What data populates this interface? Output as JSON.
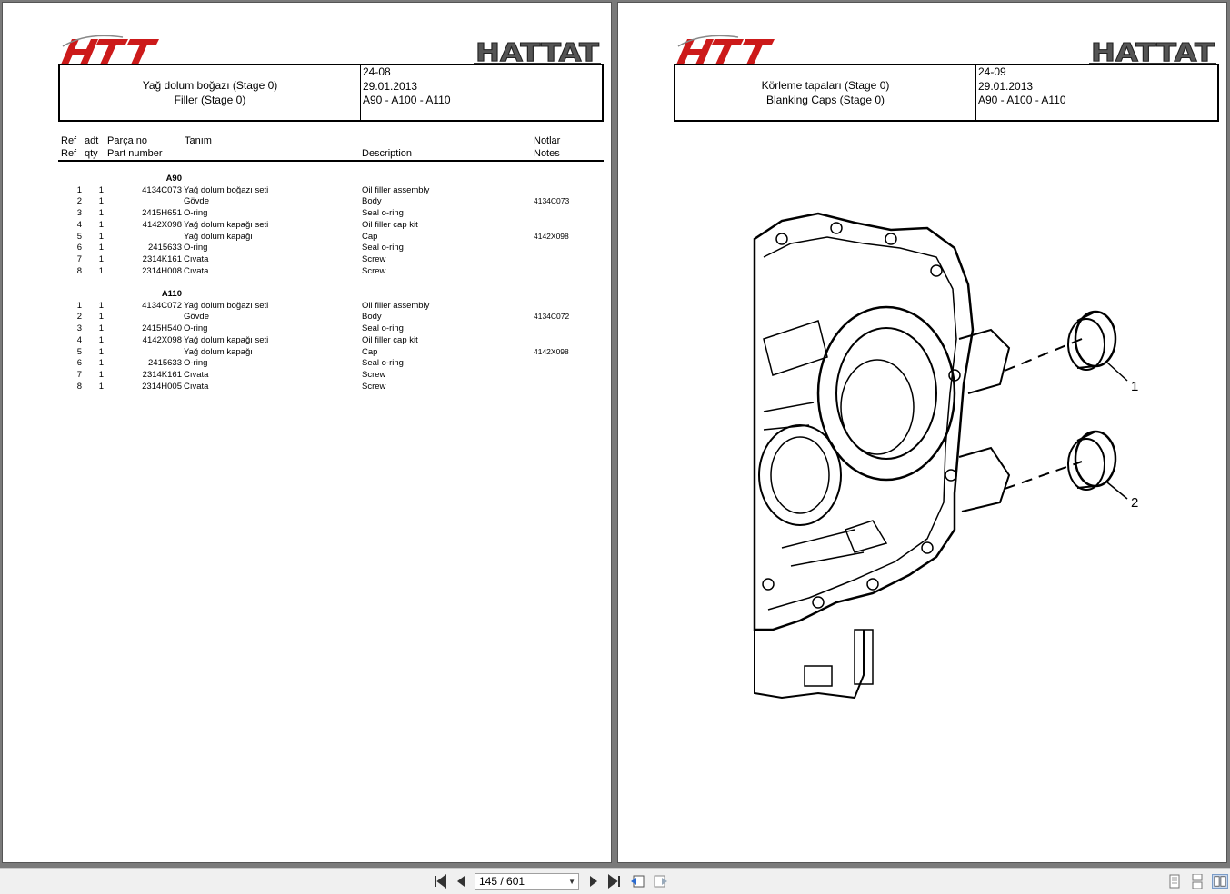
{
  "left_page": {
    "title_tr": "Yağ dolum boğazı (Stage 0)",
    "title_en": "Filler (Stage 0)",
    "code": "24-08",
    "date": "29.01.2013",
    "models": "A90 - A100 - A110",
    "columns": {
      "ref_tr": "Ref",
      "ref_en": "Ref",
      "qty_tr": "adt",
      "qty_en": "qty",
      "pno_tr": "Parça no",
      "pno_en": "Part number",
      "desc_tr": "Tanım",
      "desc_en": "Description",
      "notes_tr": "Notlar",
      "notes_en": "Notes"
    },
    "groups": [
      {
        "title": "A90",
        "rows": [
          {
            "ref": "1",
            "qty": "1",
            "pno": "4134C073",
            "tr": "Yağ dolum boğazı seti",
            "desc": "Oil filler assembly",
            "note": ""
          },
          {
            "ref": "2",
            "qty": "1",
            "pno": "",
            "tr": "Gövde",
            "desc": "Body",
            "note": "4134C073"
          },
          {
            "ref": "3",
            "qty": "1",
            "pno": "2415H651",
            "tr": "O-ring",
            "desc": "Seal o-ring",
            "note": ""
          },
          {
            "ref": "4",
            "qty": "1",
            "pno": "4142X098",
            "tr": "Yağ dolum kapağı seti",
            "desc": "Oil filler cap kit",
            "note": ""
          },
          {
            "ref": "5",
            "qty": "1",
            "pno": "",
            "tr": "Yağ dolum kapağı",
            "desc": "Cap",
            "note": "4142X098"
          },
          {
            "ref": "6",
            "qty": "1",
            "pno": "2415633",
            "tr": "O-ring",
            "desc": "Seal o-ring",
            "note": ""
          },
          {
            "ref": "7",
            "qty": "1",
            "pno": "2314K161",
            "tr": "Cıvata",
            "desc": "Screw",
            "note": ""
          },
          {
            "ref": "8",
            "qty": "1",
            "pno": "2314H008",
            "tr": "Cıvata",
            "desc": "Screw",
            "note": ""
          }
        ]
      },
      {
        "title": "A110",
        "rows": [
          {
            "ref": "1",
            "qty": "1",
            "pno": "4134C072",
            "tr": "Yağ dolum boğazı seti",
            "desc": "Oil filler assembly",
            "note": ""
          },
          {
            "ref": "2",
            "qty": "1",
            "pno": "",
            "tr": "Gövde",
            "desc": "Body",
            "note": "4134C072"
          },
          {
            "ref": "3",
            "qty": "1",
            "pno": "2415H540",
            "tr": "O-ring",
            "desc": "Seal o-ring",
            "note": ""
          },
          {
            "ref": "4",
            "qty": "1",
            "pno": "4142X098",
            "tr": "Yağ dolum kapağı seti",
            "desc": "Oil filler cap kit",
            "note": ""
          },
          {
            "ref": "5",
            "qty": "1",
            "pno": "",
            "tr": "Yağ dolum kapağı",
            "desc": "Cap",
            "note": "4142X098"
          },
          {
            "ref": "6",
            "qty": "1",
            "pno": "2415633",
            "tr": "O-ring",
            "desc": "Seal o-ring",
            "note": ""
          },
          {
            "ref": "7",
            "qty": "1",
            "pno": "2314K161",
            "tr": "Cıvata",
            "desc": "Screw",
            "note": ""
          },
          {
            "ref": "8",
            "qty": "1",
            "pno": "2314H005",
            "tr": "Cıvata",
            "desc": "Screw",
            "note": ""
          }
        ]
      }
    ]
  },
  "right_page": {
    "title_tr": "Körleme tapaları (Stage 0)",
    "title_en": "Blanking Caps (Stage 0)",
    "code": "24-09",
    "date": "29.01.2013",
    "models": "A90 - A100 - A110",
    "callouts": [
      "1",
      "2"
    ]
  },
  "toolbar": {
    "page_indicator": "145 / 601",
    "icons": [
      "first-page-icon",
      "prev-page-icon",
      "next-page-icon",
      "last-page-icon",
      "prev-view-icon",
      "next-view-icon",
      "single-page-icon",
      "continuous-icon",
      "two-page-icon"
    ]
  },
  "colors": {
    "htt_red": "#cc1a1a",
    "hattat_gray": "#555555"
  }
}
